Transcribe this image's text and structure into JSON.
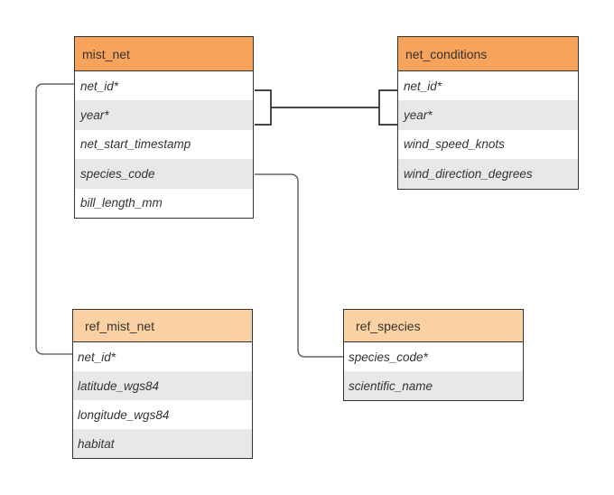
{
  "diagram": {
    "tables": [
      {
        "name": "mist_net",
        "fields": [
          "net_id*",
          "year*",
          "net_start_timestamp",
          "species_code",
          "bill_length_mm"
        ]
      },
      {
        "name": "net_conditions",
        "fields": [
          "net_id*",
          "year*",
          "wind_speed_knots",
          "wind_direction_degrees"
        ]
      },
      {
        "name": "ref_mist_net",
        "fields": [
          "net_id*",
          "latitude_wgs84",
          "longitude_wgs84",
          "habitat"
        ]
      },
      {
        "name": "ref_species",
        "fields": [
          "species_code*",
          "scientific_name"
        ]
      }
    ],
    "relationships": [
      {
        "from": "mist_net.net_id",
        "to": "ref_mist_net.net_id"
      },
      {
        "from": "mist_net.net_id+year",
        "to": "net_conditions.net_id+year"
      },
      {
        "from": "mist_net.species_code",
        "to": "ref_species.species_code"
      }
    ],
    "colors": {
      "header_top": "#f7a35c",
      "header_bottom": "#fbd0a2",
      "row_alt": "#e8e8e8",
      "border": "#333333",
      "connector": "#666666",
      "connector_dark": "#2b2b2b"
    }
  }
}
